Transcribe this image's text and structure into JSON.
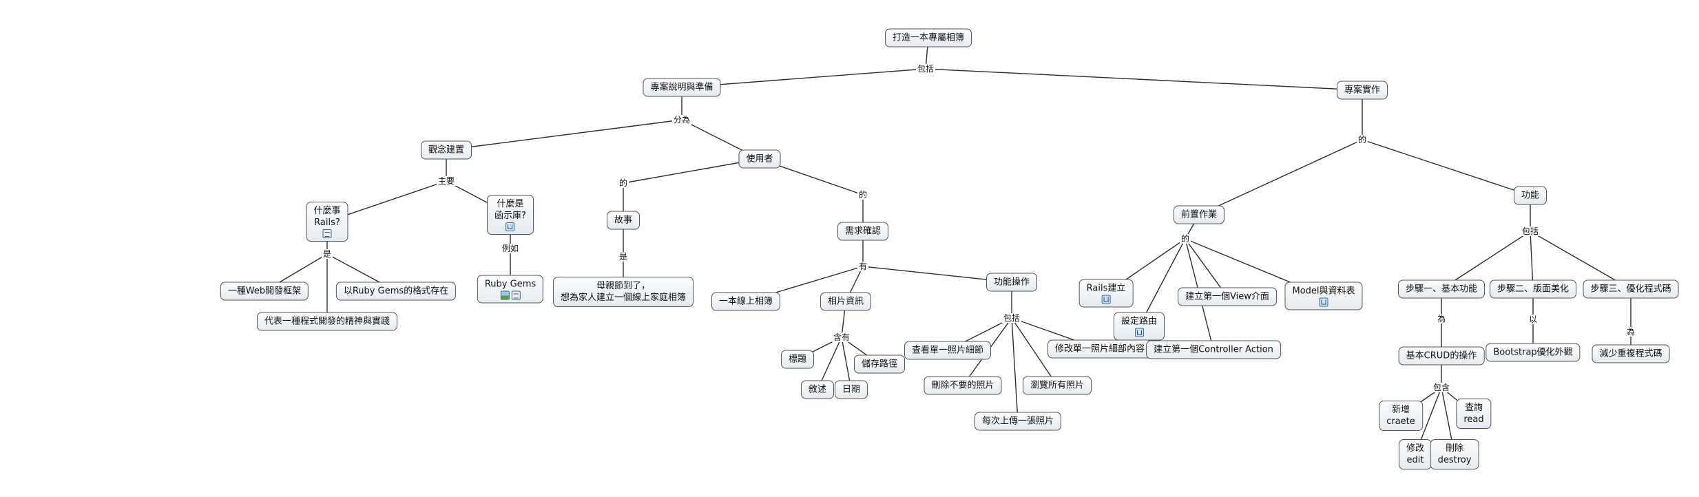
{
  "nodes": [
    {
      "id": "root",
      "text": "打造一本專屬相簿",
      "icons": []
    },
    {
      "id": "prep",
      "text": "專案說明與準備",
      "icons": []
    },
    {
      "id": "impl",
      "text": "專案實作",
      "icons": []
    },
    {
      "id": "concept",
      "text": "觀念建置",
      "icons": []
    },
    {
      "id": "user",
      "text": "使用者",
      "icons": []
    },
    {
      "id": "rails",
      "text": "什麼事\nRails?",
      "icons": [
        "doc-icon"
      ]
    },
    {
      "id": "lib",
      "text": "什麼是\n函示庫?",
      "icons": [
        "tree-icon"
      ]
    },
    {
      "id": "web",
      "text": "一種Web開發框架",
      "icons": []
    },
    {
      "id": "spirit",
      "text": "代表一種程式開發的精神與實踐",
      "icons": []
    },
    {
      "id": "rubyfmt",
      "text": "以Ruby Gems的格式存在",
      "icons": []
    },
    {
      "id": "gems",
      "text": "Ruby Gems",
      "icons": [
        "image-icon",
        "doc-icon"
      ]
    },
    {
      "id": "story",
      "text": "故事",
      "icons": []
    },
    {
      "id": "mom",
      "text": "母親節到了，\n想為家人建立一個線上家庭相簿",
      "icons": []
    },
    {
      "id": "req",
      "text": "需求確認",
      "icons": []
    },
    {
      "id": "online",
      "text": "一本線上相簿",
      "icons": []
    },
    {
      "id": "info",
      "text": "相片資訊",
      "icons": []
    },
    {
      "id": "title",
      "text": "標題",
      "icons": []
    },
    {
      "id": "desc",
      "text": "敘述",
      "icons": []
    },
    {
      "id": "date",
      "text": "日期",
      "icons": []
    },
    {
      "id": "path",
      "text": "儲存路徑",
      "icons": []
    },
    {
      "id": "ops",
      "text": "功能操作",
      "icons": []
    },
    {
      "id": "view1",
      "text": "查看單一照片細節",
      "icons": []
    },
    {
      "id": "del",
      "text": "刪除不要的照片",
      "icons": []
    },
    {
      "id": "upload",
      "text": "每次上傳一張照片",
      "icons": []
    },
    {
      "id": "browse",
      "text": "瀏覽所有照片",
      "icons": []
    },
    {
      "id": "edit1",
      "text": "修改單一照片細部內容",
      "icons": []
    },
    {
      "id": "pre",
      "text": "前置作業",
      "icons": []
    },
    {
      "id": "feat",
      "text": "功能",
      "icons": []
    },
    {
      "id": "railsnew",
      "text": "Rails建立",
      "icons": [
        "tree-icon"
      ]
    },
    {
      "id": "route",
      "text": "設定路由",
      "icons": [
        "tree-icon"
      ]
    },
    {
      "id": "viewp",
      "text": "建立第一個View介面",
      "icons": []
    },
    {
      "id": "ctrl",
      "text": "建立第一個Controller Action",
      "icons": []
    },
    {
      "id": "model",
      "text": "Model與資料表",
      "icons": [
        "tree-icon"
      ]
    },
    {
      "id": "s1",
      "text": "步驟一、基本功能",
      "icons": []
    },
    {
      "id": "s2",
      "text": "步驟二、版面美化",
      "icons": []
    },
    {
      "id": "s3",
      "text": "步驟三、優化程式碼",
      "icons": []
    },
    {
      "id": "crud",
      "text": "基本CRUD的操作",
      "icons": []
    },
    {
      "id": "boot",
      "text": "Bootstrap優化外觀",
      "icons": []
    },
    {
      "id": "dry",
      "text": "減少重複程式碼",
      "icons": []
    },
    {
      "id": "create",
      "text": "新增\ncraete",
      "icons": []
    },
    {
      "id": "read",
      "text": "查詢\nread",
      "icons": []
    },
    {
      "id": "editc",
      "text": "修改\nedit",
      "icons": []
    },
    {
      "id": "destroy",
      "text": "刪除\ndestroy",
      "icons": []
    }
  ],
  "links": [
    {
      "id": "l1",
      "text": "包括",
      "from": "root",
      "to": [
        "prep",
        "impl"
      ]
    },
    {
      "id": "l2",
      "text": "分為",
      "from": "prep",
      "to": [
        "concept",
        "user"
      ]
    },
    {
      "id": "l3",
      "text": "主要",
      "from": "concept",
      "to": [
        "rails",
        "lib"
      ]
    },
    {
      "id": "l4",
      "text": "是",
      "from": "rails",
      "to": [
        "web",
        "spirit",
        "rubyfmt"
      ]
    },
    {
      "id": "l5",
      "text": "例如",
      "from": "lib",
      "to": [
        "gems"
      ]
    },
    {
      "id": "l6",
      "text": "的",
      "from": "user",
      "to": [
        "story"
      ]
    },
    {
      "id": "l7",
      "text": "的",
      "from": "user",
      "to": [
        "req"
      ]
    },
    {
      "id": "l8",
      "text": "是",
      "from": "story",
      "to": [
        "mom"
      ]
    },
    {
      "id": "l9",
      "text": "有",
      "from": "req",
      "to": [
        "online",
        "info",
        "ops"
      ]
    },
    {
      "id": "l10",
      "text": "含有",
      "from": "info",
      "to": [
        "title",
        "desc",
        "date",
        "path"
      ]
    },
    {
      "id": "l11",
      "text": "包括",
      "from": "ops",
      "to": [
        "view1",
        "del",
        "upload",
        "browse",
        "edit1"
      ]
    },
    {
      "id": "l12",
      "text": "的",
      "from": "impl",
      "to": [
        "pre",
        "feat"
      ]
    },
    {
      "id": "l13",
      "text": "的",
      "from": "pre",
      "to": [
        "railsnew",
        "route",
        "viewp",
        "ctrl",
        "model"
      ]
    },
    {
      "id": "l14",
      "text": "包括",
      "from": "feat",
      "to": [
        "s1",
        "s2",
        "s3"
      ]
    },
    {
      "id": "l15",
      "text": "為",
      "from": "s1",
      "to": [
        "crud"
      ]
    },
    {
      "id": "l16",
      "text": "以",
      "from": "s2",
      "to": [
        "boot"
      ]
    },
    {
      "id": "l17",
      "text": "為",
      "from": "s3",
      "to": [
        "dry"
      ]
    },
    {
      "id": "l18",
      "text": "包含",
      "from": "crud",
      "to": [
        "create",
        "read",
        "editc",
        "destroy"
      ]
    }
  ]
}
